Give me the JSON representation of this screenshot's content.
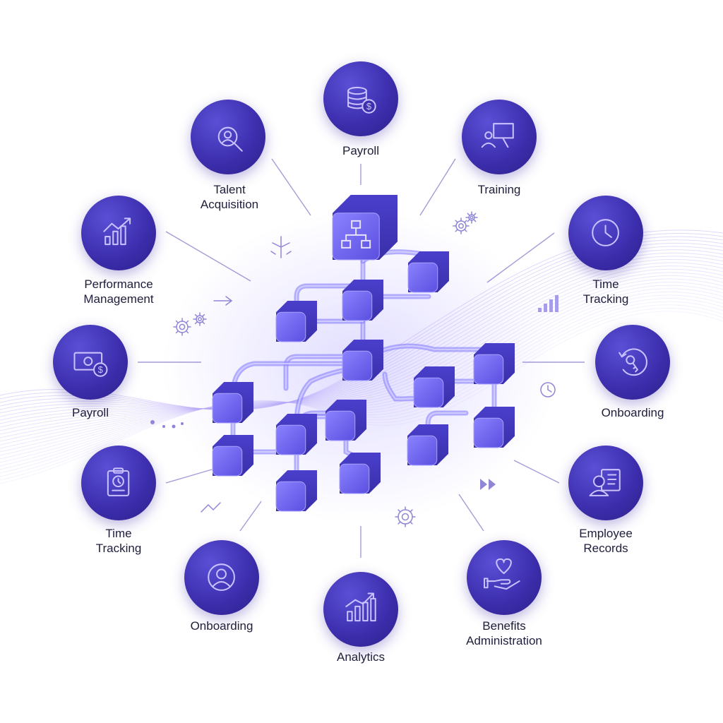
{
  "modules": [
    {
      "id": "talent-acquisition",
      "label": "Talent\nAcquisition",
      "icon": "search-user-icon"
    },
    {
      "id": "payroll-top",
      "label": "Payroll",
      "icon": "database-dollar-icon"
    },
    {
      "id": "training",
      "label": "Training",
      "icon": "presentation-icon"
    },
    {
      "id": "performance-management",
      "label": "Performance\nManagement",
      "icon": "growth-chart-icon"
    },
    {
      "id": "time-tracking-right",
      "label": "Time\nTracking",
      "icon": "clock-icon"
    },
    {
      "id": "payroll-left",
      "label": "Payroll",
      "icon": "cash-icon"
    },
    {
      "id": "onboarding-right",
      "label": "Onboarding",
      "icon": "key-cycle-icon"
    },
    {
      "id": "time-tracking-left",
      "label": "Time\nTracking",
      "icon": "clipboard-clock-icon"
    },
    {
      "id": "employee-records",
      "label": "Employee\nRecords",
      "icon": "id-card-icon"
    },
    {
      "id": "onboarding-bottom",
      "label": "Onboarding",
      "icon": "user-circle-icon"
    },
    {
      "id": "analytics",
      "label": "Analytics",
      "icon": "bar-chart-icon"
    },
    {
      "id": "benefits-administration",
      "label": "Benefits\nAdministration",
      "icon": "hand-heart-icon"
    }
  ],
  "colors": {
    "node_dark": "#2c1f8a",
    "node_mid": "#3d2fae",
    "node_light": "#5a4fd6",
    "icon_stroke": "#c9c2ff",
    "cube": "#5b4fe0",
    "pipe": "#8e86ff",
    "wave": "#b9a9f7",
    "connector": "#7b73c8"
  }
}
